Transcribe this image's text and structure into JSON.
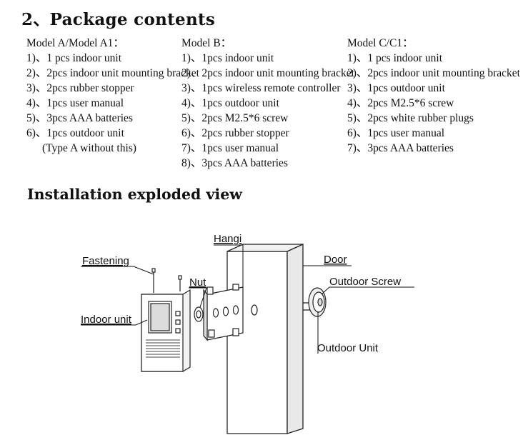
{
  "section_title": "2、Package contents",
  "columns": [
    {
      "heading": "Model A/Model A1：",
      "items": [
        "1)、1 pcs indoor unit",
        "2)、2pcs indoor unit mounting bracket",
        "3)、2pcs rubber stopper",
        "4)、1pcs user manual",
        "5)、3pcs AAA batteries",
        "6)、1pcs outdoor unit",
        "(Type A without this)"
      ]
    },
    {
      "heading": "Model B：",
      "items": [
        "1)、1pcs indoor unit",
        "2)、2pcs indoor unit mounting bracket",
        "3)、1pcs wireless remote controller",
        "4)、1pcs outdoor unit",
        "5)、2pcs M2.5*6 screw",
        "6)、2pcs rubber stopper",
        "7)、1pcs user manual",
        "8)、3pcs AAA batteries"
      ]
    },
    {
      "heading": "Model C/C1：",
      "items": [
        "1)、1 pcs indoor unit",
        "2)、2pcs indoor unit mounting bracket",
        "3)、1pcs outdoor unit",
        "4)、2pcs M2.5*6 screw",
        "5)、2pcs white rubber plugs",
        "6)、1pcs user manual",
        "7)、3pcs AAA batteries"
      ]
    }
  ],
  "install_title": "Installation exploded view",
  "diagram_labels": {
    "fastening": "Fastening",
    "indoor_unit": "Indoor unit",
    "nut": "Nut",
    "hangi": "Hangi",
    "door": "Door",
    "outdoor_screw": "Outdoor Screw",
    "outdoor_unit": "Outdoor Unit"
  }
}
